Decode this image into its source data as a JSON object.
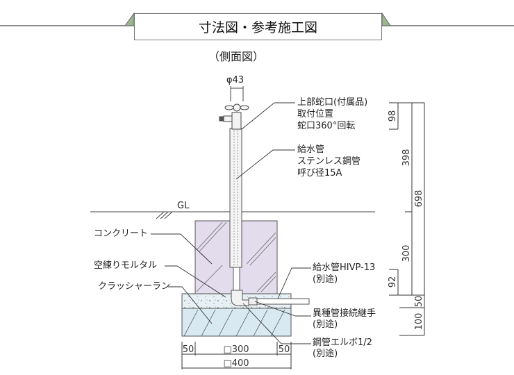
{
  "header": {
    "title": "寸法図・参考施工図",
    "subtitle": "（側面図）"
  },
  "colors": {
    "accent_green": "#9bb58f",
    "concrete": "#e2dced",
    "mortar": "#e6f0f5",
    "gravel": "#d8e9f2"
  },
  "diagram": {
    "diameter_label": "φ43",
    "ground_label": "GL",
    "left_labels": [
      "コンクリート",
      "空練りモルタル",
      "クラッシャーラン"
    ],
    "right_labels": {
      "faucet": [
        "上部蛇口(付属品)",
        "取付位置",
        "蛇口360°回転"
      ],
      "supply_pipe": [
        "給水管",
        "ステンレス鋼管",
        "呼び径15A"
      ],
      "hivp_pipe": [
        "給水管HIVP-13",
        "(別途)"
      ],
      "joint": [
        "異種管接続継手",
        "(別途)"
      ],
      "elbow": [
        "鋼管エルボ1/2",
        "(別途)"
      ]
    },
    "vertical_dims": {
      "d98": "98",
      "d398": "398",
      "d698": "698",
      "d300": "300",
      "d92": "92",
      "d50": "50",
      "d100": "100"
    },
    "horizontal_dims": {
      "left50": "50",
      "inner": "□300",
      "right50": "50",
      "outer": "□400"
    }
  }
}
